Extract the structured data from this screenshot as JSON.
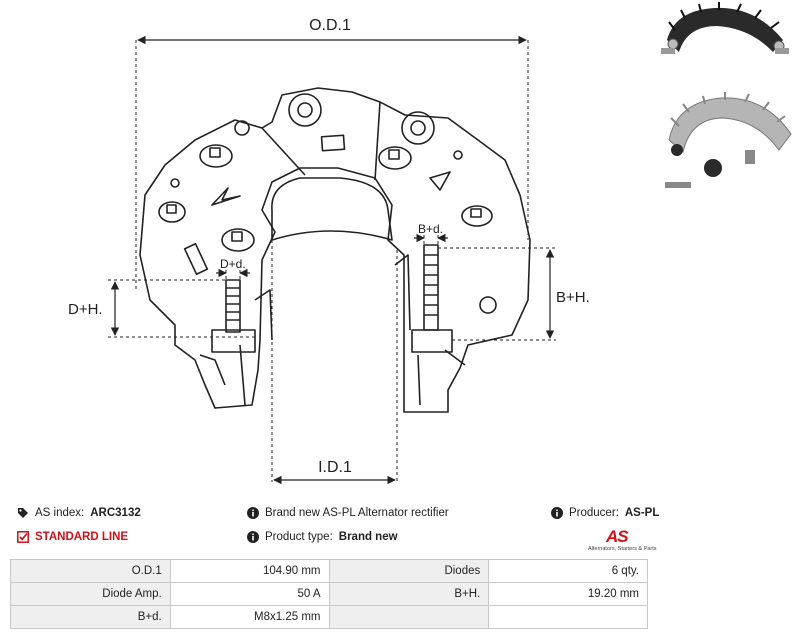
{
  "drawing": {
    "od": "O.D.1",
    "id": "I.D.1",
    "dh": "D+H.",
    "bh": "B+H.",
    "dd": "D+d.",
    "bd": "B+d."
  },
  "info": {
    "as_index_label": "AS index:",
    "as_index_value": "ARC3132",
    "description": "Brand new AS-PL Alternator rectifier",
    "producer_label": "Producer:",
    "producer_value": "AS-PL",
    "line": "STANDARD LINE",
    "product_type_label": "Product type:",
    "product_type_value": "Brand new",
    "logo_mark": "AS",
    "logo_tagline": "Alternators, Starters & Parts"
  },
  "specs": [
    [
      {
        "label": "O.D.1",
        "value": "104.90 mm"
      },
      {
        "label": "Diodes",
        "value": "6 qty."
      }
    ],
    [
      {
        "label": "Diode Amp.",
        "value": "50 A"
      },
      {
        "label": "B+H.",
        "value": "19.20 mm"
      }
    ],
    [
      {
        "label": "B+d.",
        "value": "M8x1.25 mm"
      },
      {
        "label": "",
        "value": ""
      }
    ]
  ],
  "colors": {
    "accent": "#d0101a",
    "line": "#222222",
    "table_label_bg": "#efefef"
  }
}
